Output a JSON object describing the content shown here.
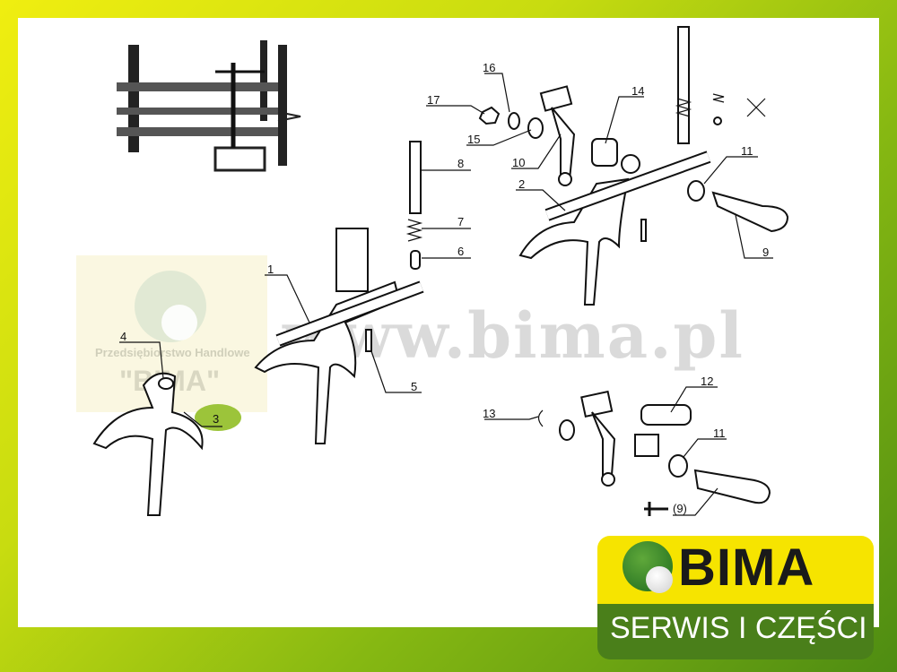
{
  "watermark": {
    "site": "www.bima.pl",
    "company_line": "Przedsiębiorstwo Handlowe",
    "company_name": "\"BIMA\""
  },
  "logo": {
    "name": "BIMA",
    "tagline": "SERWIS I CZĘŚCI"
  },
  "callouts": {
    "c1": "1",
    "c2": "2",
    "c3": "3",
    "c4": "4",
    "c5": "5",
    "c6": "6",
    "c7": "7",
    "c8": "8",
    "c9": "9",
    "c9b": "(9)",
    "c10": "10",
    "c11": "11",
    "c11b": "11",
    "c12": "12",
    "c13": "13",
    "c14": "14",
    "c15": "15",
    "c16": "16",
    "c17": "17"
  },
  "colors": {
    "highlight": "#9cc43a",
    "brand_yellow": "#f6e400",
    "brand_green": "#4a7f1a"
  }
}
